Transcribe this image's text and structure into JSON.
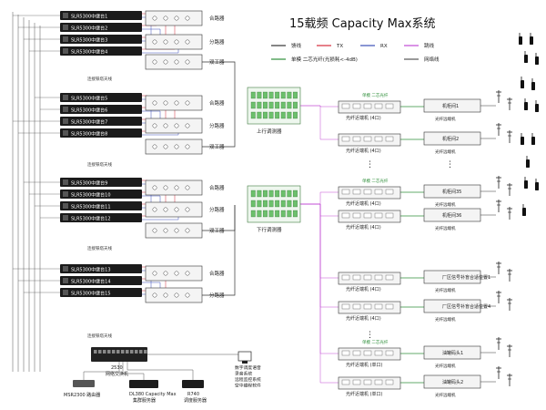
{
  "title": "15载频 Capacity Max系统",
  "legend": {
    "items": [
      {
        "label": "馈线",
        "color": "#333333"
      },
      {
        "label": "TX",
        "color": "#d42b3a"
      },
      {
        "label": "RX",
        "color": "#3a4fb8"
      },
      {
        "label": "跳线",
        "color": "#c24bd4"
      },
      {
        "label": "单模 二芯光纤(光损耗<-4dB)",
        "color": "#2f8f3a"
      },
      {
        "label": "网络线",
        "color": "#555555"
      }
    ]
  },
  "repeaters": [
    "SLR5300中继台1",
    "SLR5300中继台2",
    "SLR5300中继台3",
    "SLR5300中继台4",
    "SLR5300中继台5",
    "SLR5300中继台6",
    "SLR5300中继台7",
    "SLR5300中继台8",
    "SLR5300中继台9",
    "SLR5300中继台10",
    "SLR5300中继台11",
    "SLR5300中继台12",
    "SLR5300中继台13",
    "SLR5300中继台14",
    "SLR5300中继台15"
  ],
  "combiner_groups": [
    {
      "labels": [
        "合路器",
        "分路器",
        "双工器"
      ],
      "footer": "连接铁塔天线"
    },
    {
      "labels": [
        "合路器",
        "分路器",
        "双工器"
      ],
      "footer": "连接铁塔天线"
    },
    {
      "labels": [
        "合路器",
        "分路器",
        "双工器"
      ],
      "footer": "连接铁塔天线"
    },
    {
      "labels": [
        "合路器",
        "分路器"
      ],
      "footer": "连接铁塔天线"
    }
  ],
  "hubs": {
    "upper": "上行调测器",
    "lower": "下行调测器"
  },
  "near_units": [
    {
      "label": "光纤近端机 (4口)",
      "fiber": "单模 二芯光纤"
    },
    {
      "label": "光纤近端机 (4口)",
      "fiber": ""
    },
    {
      "label": "光纤近端机 (4口)",
      "fiber": "单模 二芯光纤"
    },
    {
      "label": "光纤近端机 (4口)",
      "fiber": ""
    },
    {
      "label": "光纤近端机 (4口)",
      "fiber": ""
    },
    {
      "label": "光纤近端机 (4口)",
      "fiber": ""
    },
    {
      "label": "光纤近端机 (单口)",
      "fiber": "单模 二芯光纤"
    },
    {
      "label": "光纤近端机 (单口)",
      "fiber": ""
    }
  ],
  "ellipsis": "⋮",
  "remote_units": [
    {
      "name": "机柜间1",
      "label": "光纤远端机"
    },
    {
      "name": "机柜间2",
      "label": "光纤远端机"
    },
    {
      "name": "机柜间35",
      "label": "光纤远端机"
    },
    {
      "name": "机柜间36",
      "label": "光纤远端机"
    },
    {
      "name": "厂区信号补盲合适位置1",
      "label": "光纤远端机"
    },
    {
      "name": "厂区信号补盲合适位置4",
      "label": "光纤远端机"
    },
    {
      "name": "油罐码头1",
      "label": "光纤远端机"
    },
    {
      "name": "油罐码头2",
      "label": "光纤远端机"
    }
  ],
  "bottom": {
    "switch": "2530\n网络交换机",
    "router": "MSR2300 路由器",
    "server": "DL380 Capacity Max\n集群服务器",
    "dispatch": "R740\n调度服务器",
    "dispatch_sw": "数字调度语音\n录音系统\n远程监控系统\n空中编程软件"
  }
}
